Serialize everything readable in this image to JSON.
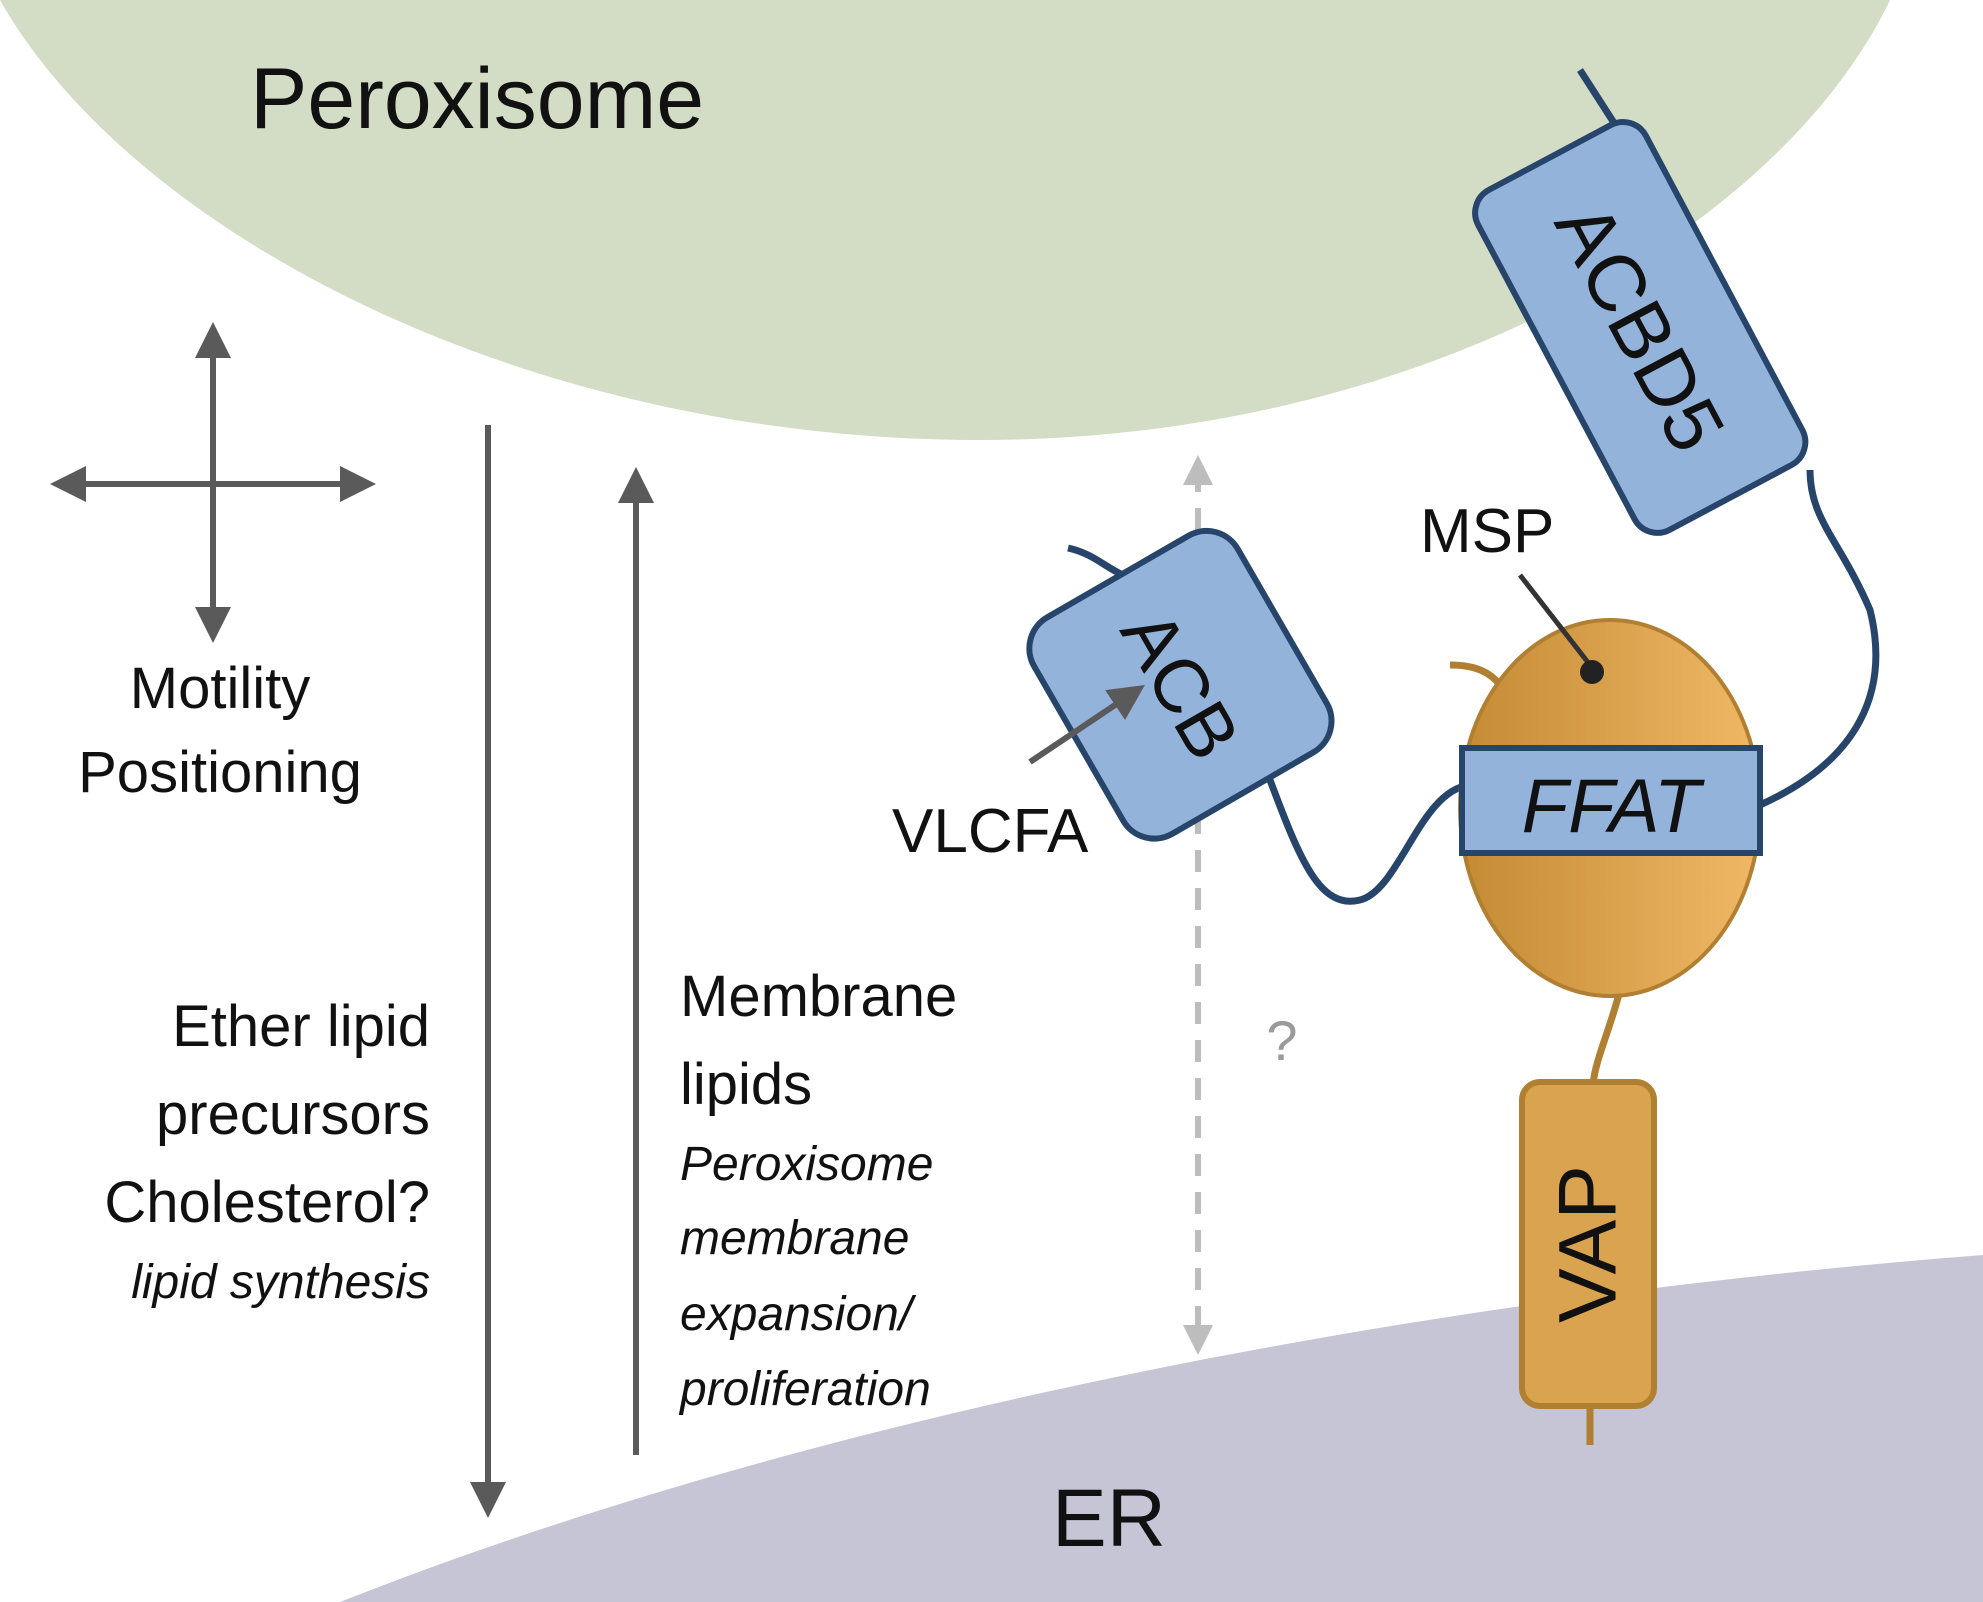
{
  "labels": {
    "peroxisome": "Peroxisome",
    "er": "ER",
    "acbd5": "ACBD5",
    "acb": "ACB",
    "ffat": "FFAT",
    "vap": "VAP",
    "msp": "MSP",
    "vlcfa": "VLCFA",
    "question": "?"
  },
  "left_panel": {
    "motility": "Motility",
    "positioning": "Positioning",
    "ether_lipid": "Ether lipid",
    "precursors": "precursors",
    "cholesterol": "Cholesterol?",
    "lipid_synthesis": "lipid synthesis"
  },
  "middle_panel": {
    "membrane": "Membrane",
    "lipids": "lipids",
    "line1": "Peroxisome",
    "line2": "membrane",
    "line3": "expansion/",
    "line4": "proliferation"
  },
  "colors": {
    "peroxisome_fill": "#d3dcc4",
    "er_fill": "#c5c5d6",
    "blue_protein": "#94b3da",
    "blue_outline": "#27456a",
    "orange_protein": "#d9a350",
    "orange_outline": "#b07f31",
    "arrow_gray": "#5a5a5a",
    "dashed_gray": "#bdbdbd"
  }
}
